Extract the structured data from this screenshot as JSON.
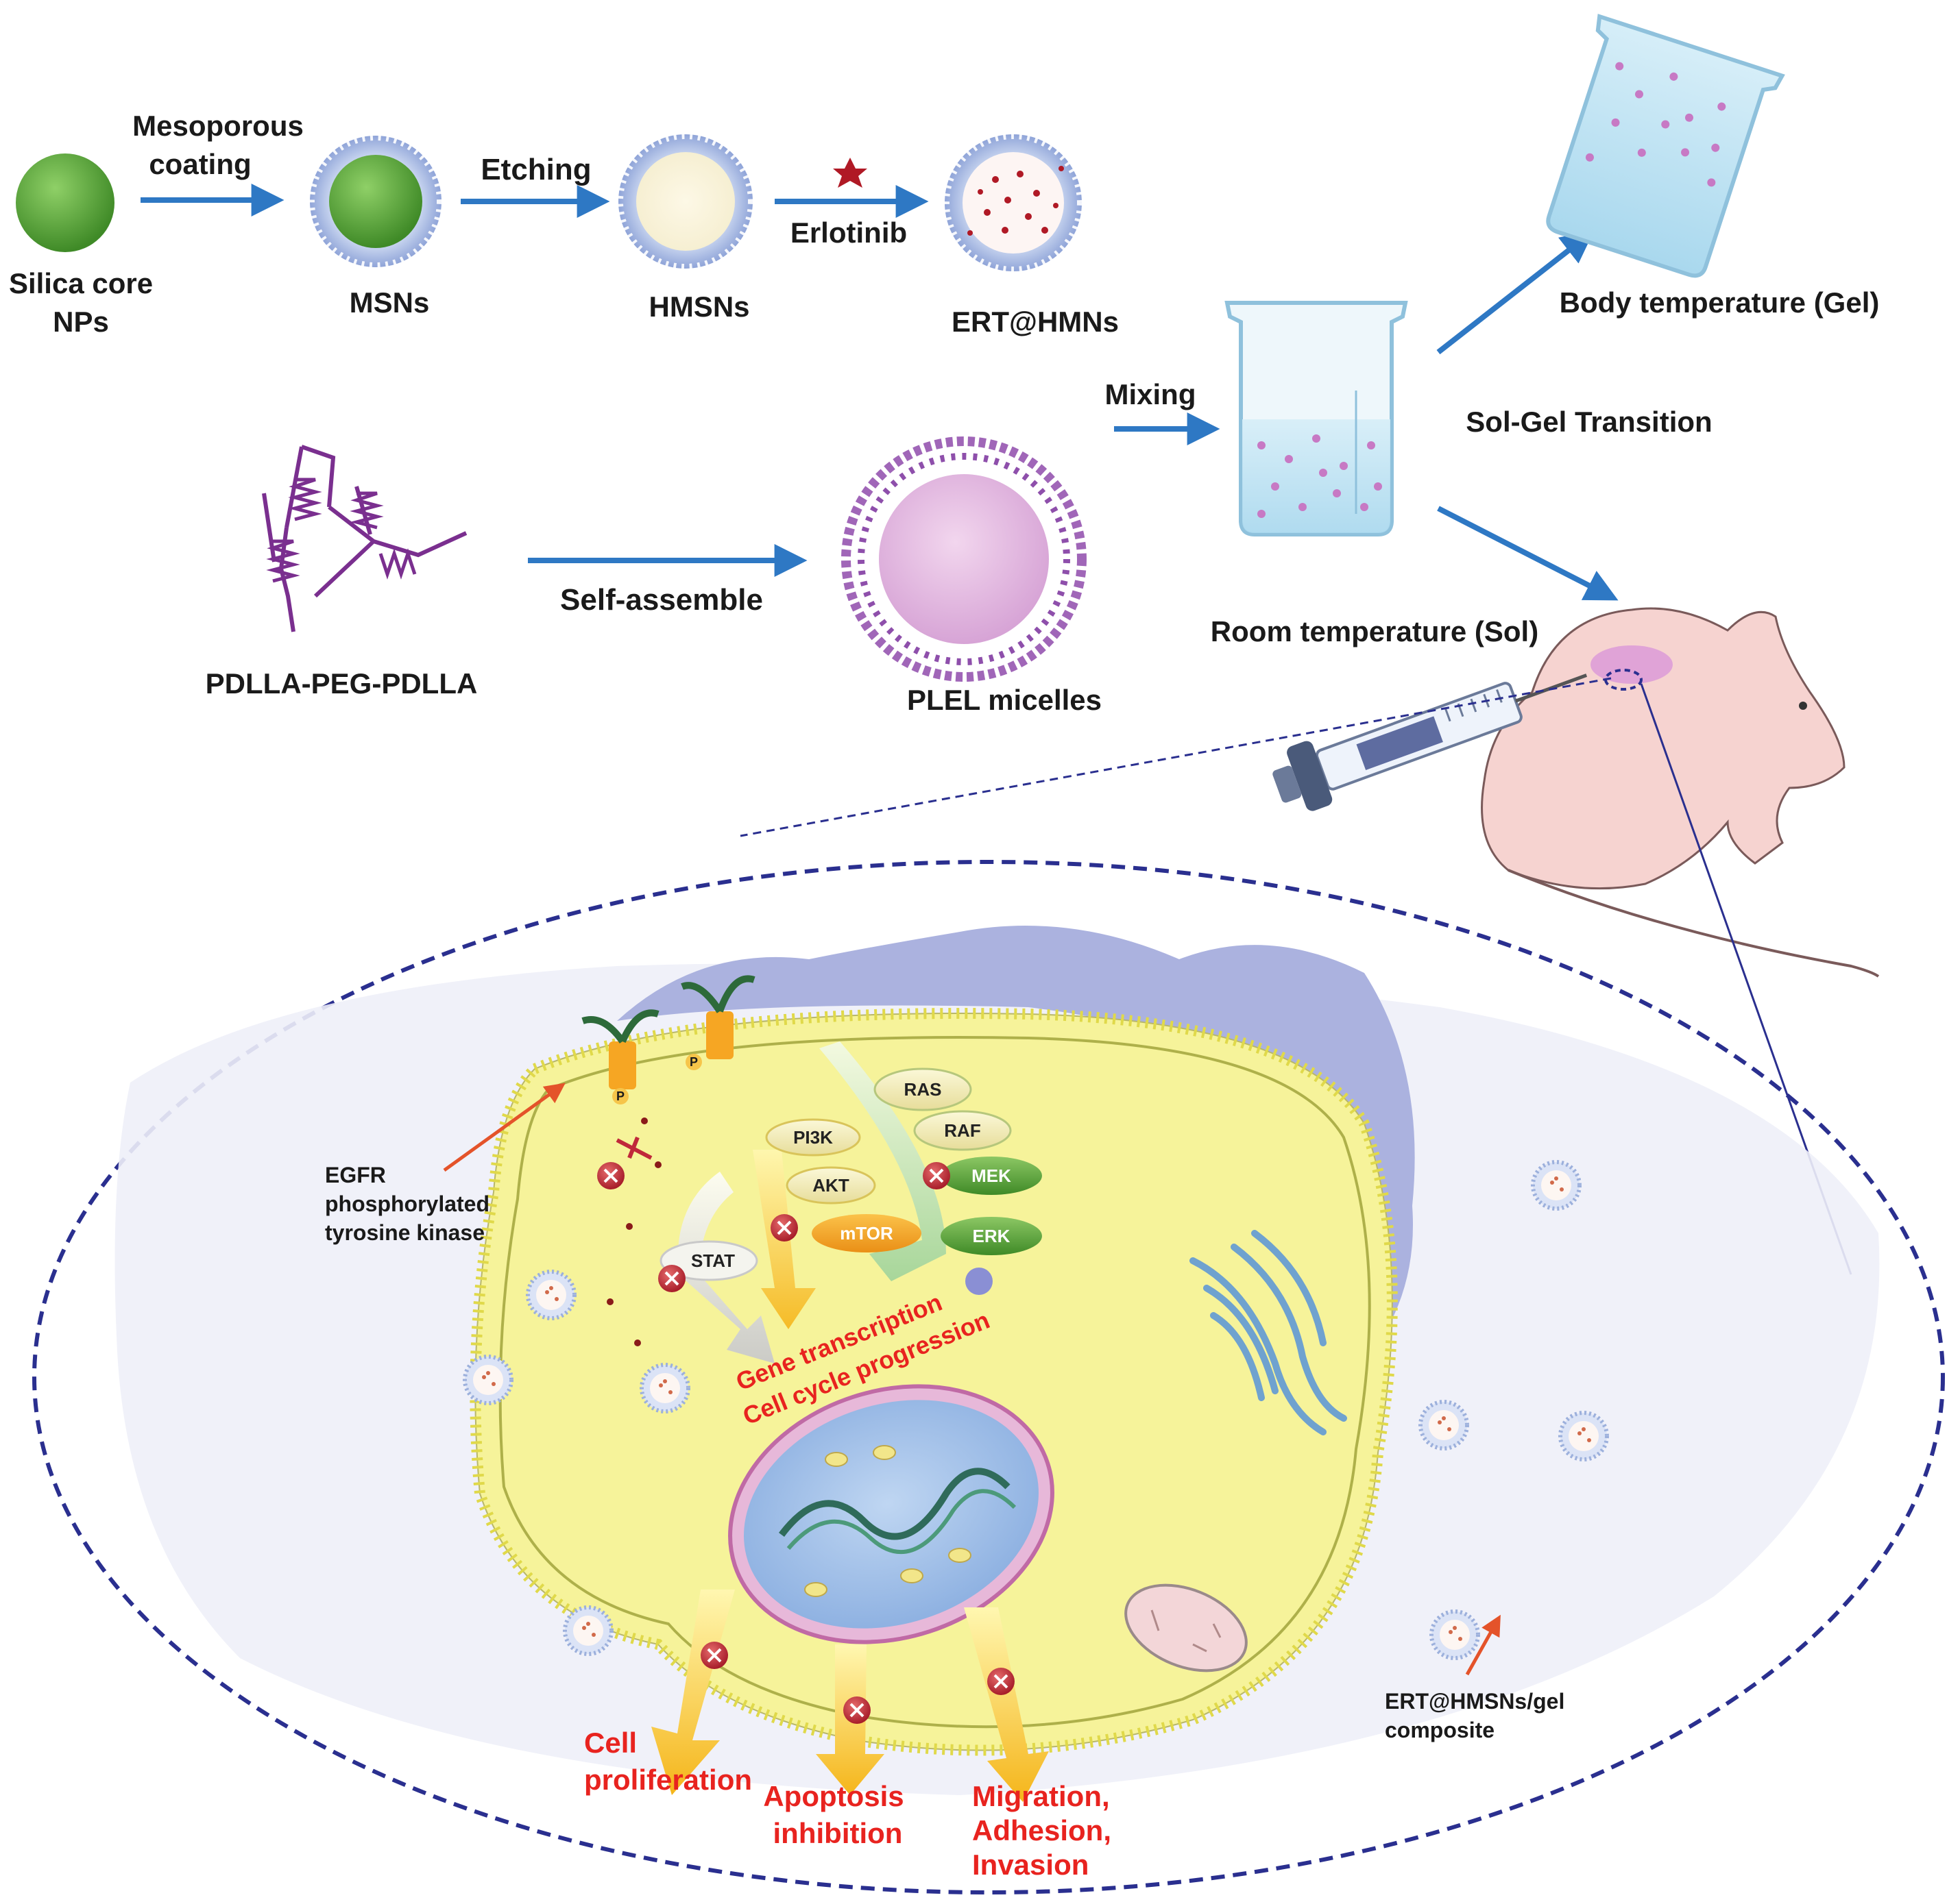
{
  "synthesis": {
    "silica_core": "Silica core NPs",
    "silica_core_l1": "Silica core",
    "silica_core_l2": "NPs",
    "mesoporous_l1": "Mesoporous",
    "mesoporous_l2": "coating",
    "msns": "MSNs",
    "etching": "Etching",
    "hmsns": "HMSNs",
    "erlotinib": "Erlotinib",
    "ert_hmns": "ERT@HMNs"
  },
  "micelle": {
    "polymer": "PDLLA-PEG-PDLLA",
    "self_assemble": "Self-assemble",
    "plel": "PLEL micelles"
  },
  "gel": {
    "mixing": "Mixing",
    "body_temp": "Body temperature (Gel)",
    "sol_gel": "Sol-Gel Transition",
    "room_temp": "Room temperature (Sol)"
  },
  "cell": {
    "egfr_l1": "EGFR",
    "egfr_l2": "phosphorylated",
    "egfr_l3": "tyrosine kinase",
    "p": "P",
    "pi3k": "PI3K",
    "akt": "AKT",
    "mtor": "mTOR",
    "stat": "STAT",
    "ras": "RAS",
    "raf": "RAF",
    "mek": "MEK",
    "erk": "ERK",
    "gene_transcription": "Gene transcription",
    "cell_cycle": "Cell cycle progression",
    "out1_l1": "Cell",
    "out1_l2": "proliferation",
    "out2_l1": "Apoptosis",
    "out2_l2": "inhibition",
    "out3_l1": "Migration,",
    "out3_l2": "Adhesion,",
    "out3_l3": "Invasion",
    "composite_l1": "ERT@HMSNs/gel",
    "composite_l2": "composite"
  },
  "colors": {
    "arrow_blue": "#2e78c4",
    "green_sphere": "#5aa33a",
    "micelle_purple": "#a066b8",
    "cell_yellow": "#f6f39a",
    "dashed_navy": "#2a2f8f",
    "red_text": "#e8231f",
    "pointer_orange": "#e4532a"
  }
}
